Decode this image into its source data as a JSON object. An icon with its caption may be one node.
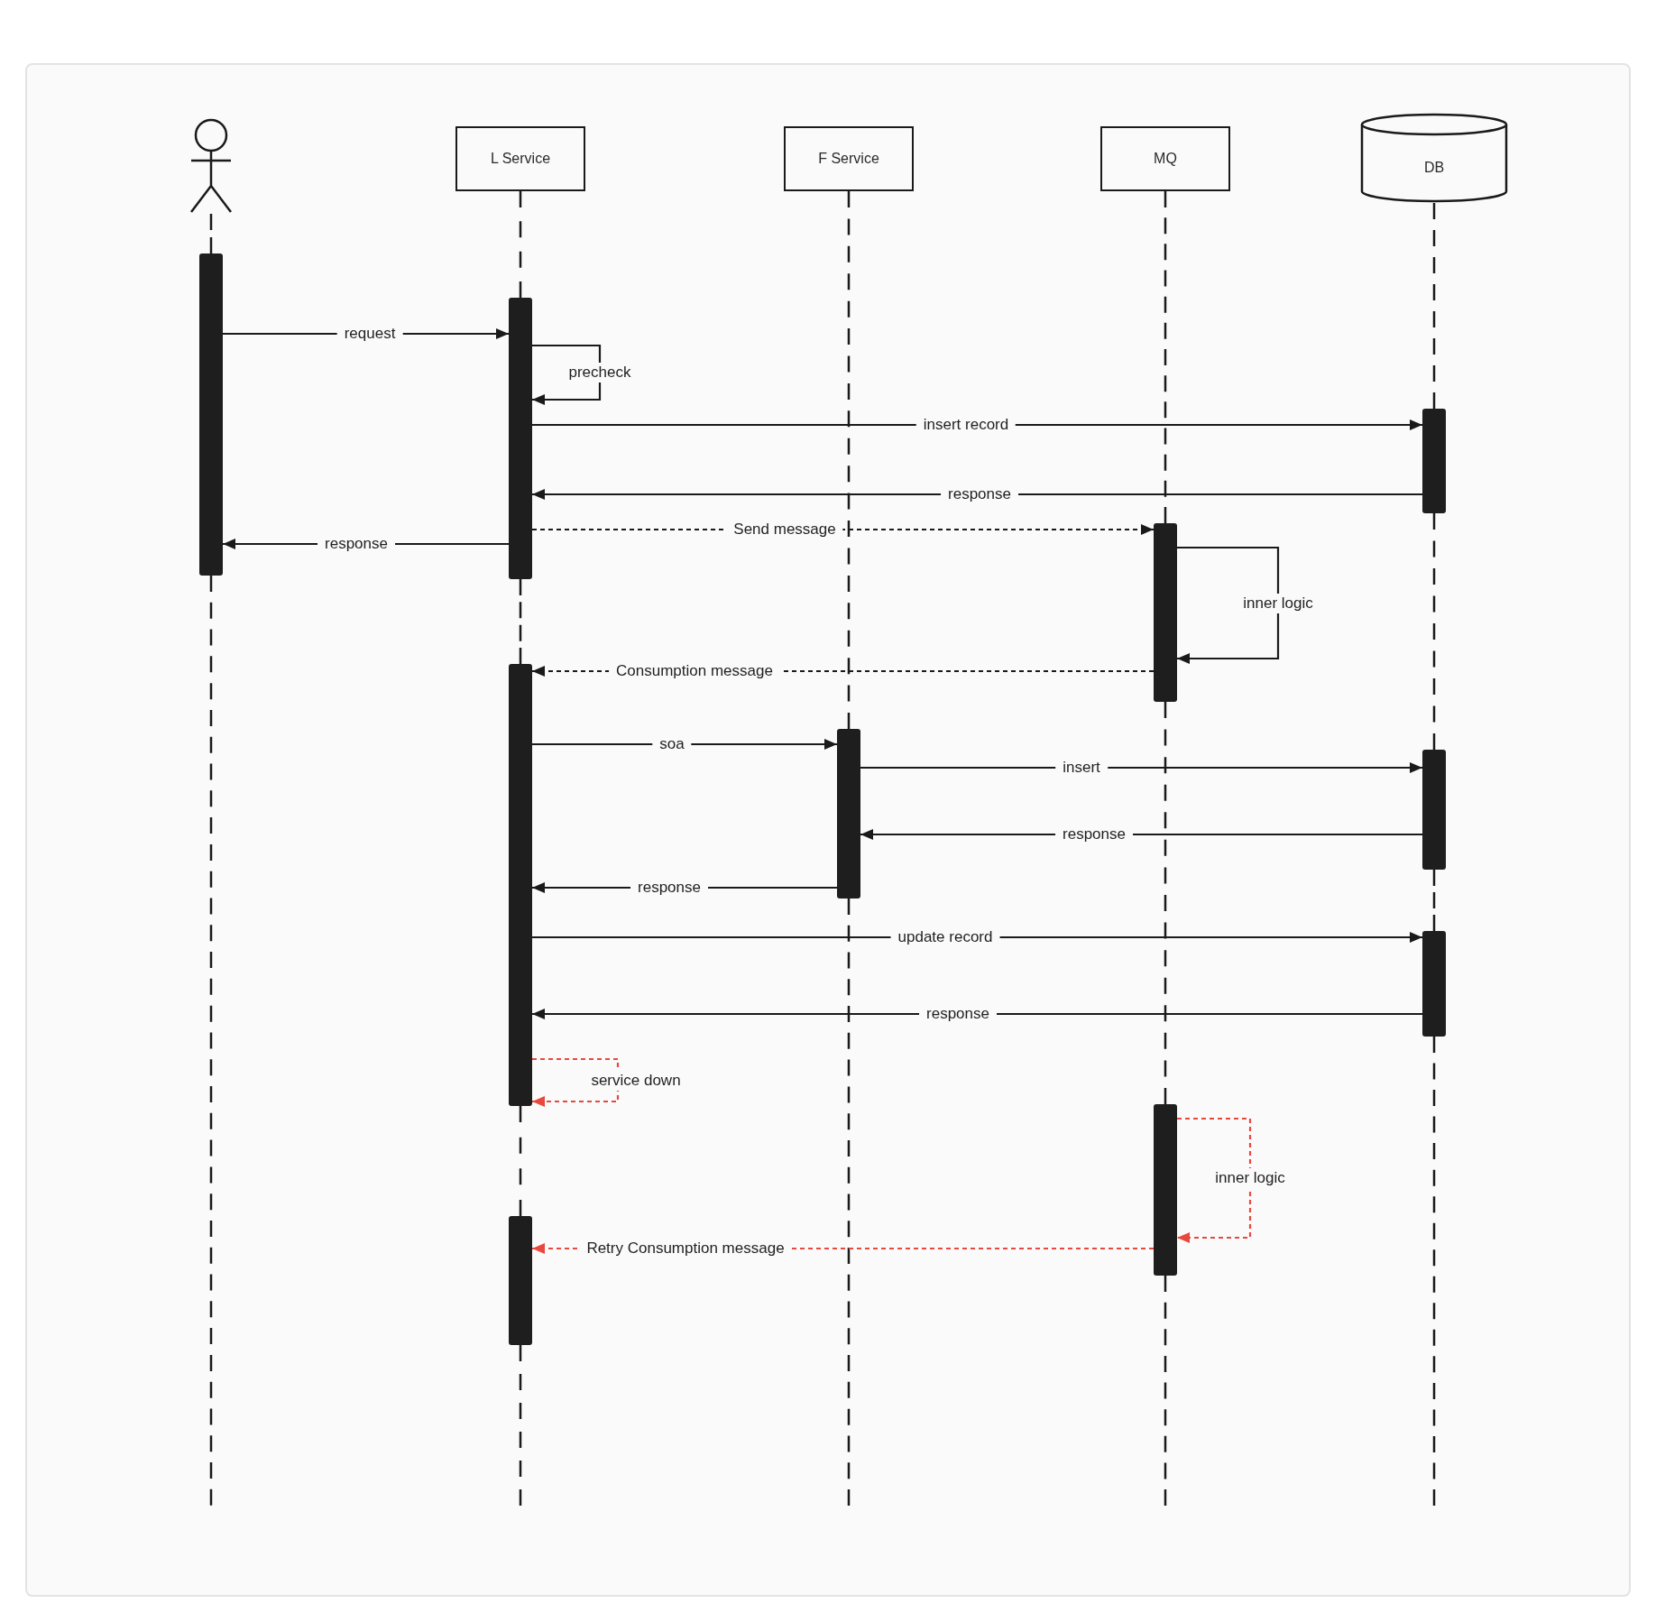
{
  "diagram": {
    "nodes": [
      {
        "text": [],
        "shape": "person"
      },
      {
        "text": [
          "L Service"
        ]
      },
      {
        "text": [
          "F Service"
        ]
      },
      {
        "text": [
          "MQ"
        ]
      },
      {
        "text": [
          "DB"
        ]
      },
      {
        "text": [],
        "shape": "bar"
      },
      {
        "text": [],
        "shape": "bar"
      },
      {
        "text": [],
        "shape": "bar"
      },
      {
        "text": [],
        "shape": "bar"
      },
      {
        "text": [],
        "shape": "bar"
      },
      {
        "text": [],
        "shape": "bar"
      },
      {
        "text": [],
        "shape": "bar"
      },
      {
        "text": [],
        "shape": "bar"
      },
      {
        "text": [],
        "shape": "bar"
      },
      {
        "text": [],
        "shape": "bar"
      }
    ],
    "edges": [
      {
        "from": 0,
        "to": 5,
        "arrow": "none",
        "style": "dashed"
      },
      {
        "from": 5,
        "to": null,
        "arrow": "none",
        "style": "dashed"
      },
      {
        "from": 1,
        "to": 6,
        "arrow": "none",
        "style": "dashed"
      },
      {
        "from": 6,
        "to": 9,
        "arrow": "none",
        "style": "dashed"
      },
      {
        "from": 9,
        "to": 14,
        "arrow": "none",
        "style": "dashed"
      },
      {
        "from": 14,
        "to": null,
        "arrow": "none",
        "style": "dashed"
      },
      {
        "from": 2,
        "to": 10,
        "arrow": "none",
        "style": "dashed"
      },
      {
        "from": 10,
        "to": null,
        "arrow": "none",
        "style": "dashed"
      },
      {
        "from": 3,
        "to": 8,
        "arrow": "none",
        "style": "dashed"
      },
      {
        "from": 8,
        "to": 13,
        "arrow": "none",
        "style": "dashed"
      },
      {
        "from": 13,
        "to": null,
        "arrow": "none",
        "style": "dashed"
      },
      {
        "from": 4,
        "to": 7,
        "arrow": "none",
        "style": "dashed"
      },
      {
        "from": 7,
        "to": 11,
        "arrow": "none",
        "style": "dashed"
      },
      {
        "from": 11,
        "to": 12,
        "arrow": "none",
        "style": "dashed"
      },
      {
        "from": 12,
        "to": null,
        "arrow": "none",
        "style": "dashed"
      },
      {
        "from": 5,
        "to": 6,
        "label": "request",
        "arrow": "to"
      },
      {
        "from": 6,
        "to": 6,
        "label": "precheck",
        "arrow": "to"
      },
      {
        "from": 6,
        "to": 7,
        "label": "insert record",
        "arrow": "to"
      },
      {
        "from": 7,
        "to": 6,
        "label": "response",
        "arrow": "to"
      },
      {
        "from": 6,
        "to": 8,
        "label": "Send message",
        "arrow": "to",
        "style": "dashed"
      },
      {
        "from": 6,
        "to": 5,
        "label": "response",
        "arrow": "to"
      },
      {
        "from": 8,
        "to": 8,
        "label": "inner logic",
        "arrow": "to"
      },
      {
        "from": 8,
        "to": 9,
        "label": "Consumption message",
        "arrow": "to",
        "style": "dashed"
      },
      {
        "from": 9,
        "to": 10,
        "label": "soa",
        "arrow": "to"
      },
      {
        "from": 10,
        "to": 11,
        "label": "insert",
        "arrow": "to"
      },
      {
        "from": 11,
        "to": 10,
        "label": "response",
        "arrow": "to"
      },
      {
        "from": 10,
        "to": 9,
        "label": "response",
        "arrow": "to"
      },
      {
        "from": 9,
        "to": 12,
        "label": "update record",
        "arrow": "to"
      },
      {
        "from": 12,
        "to": 9,
        "label": "response",
        "arrow": "to"
      },
      {
        "from": 9,
        "to": 9,
        "label": "service down",
        "arrow": "to",
        "style": "dashed",
        "color": "#e8483e"
      },
      {
        "from": 13,
        "to": 13,
        "label": "inner logic",
        "arrow": "to",
        "style": "dashed",
        "color": "#e8483e"
      },
      {
        "from": 13,
        "to": 14,
        "label": "Retry Consumption message",
        "arrow": "to",
        "style": "dashed",
        "color": "#e8483e"
      }
    ]
  }
}
